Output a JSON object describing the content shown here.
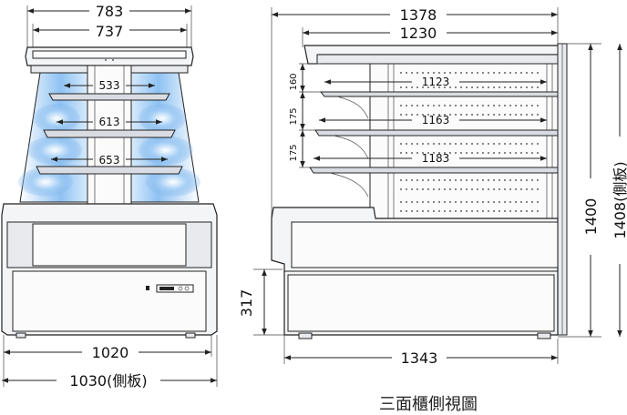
{
  "front_view": {
    "top_width_outer": "783",
    "top_width_inner": "737",
    "shelf_widths": [
      "533",
      "613",
      "653"
    ],
    "base_width": "1020",
    "overall_width": "1030(側板)"
  },
  "side_view": {
    "top_depth_outer": "1378",
    "top_depth_inner": "1230",
    "shelf_depths": [
      "1123",
      "1163",
      "1183"
    ],
    "shelf_spacings": [
      "160",
      "175",
      "175"
    ],
    "base_height": "317",
    "height": "1400",
    "height_with_panel": "1408(側板)",
    "base_depth": "1343"
  },
  "caption": "三面櫃側視圖",
  "colors": {
    "glow": "#7fb8f0",
    "line": "#222222"
  }
}
